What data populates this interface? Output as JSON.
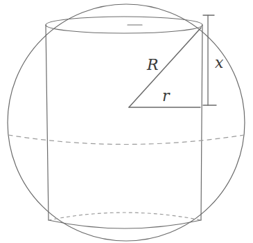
{
  "diagram": {
    "labels": [
      "R",
      "x",
      "r"
    ]
  }
}
